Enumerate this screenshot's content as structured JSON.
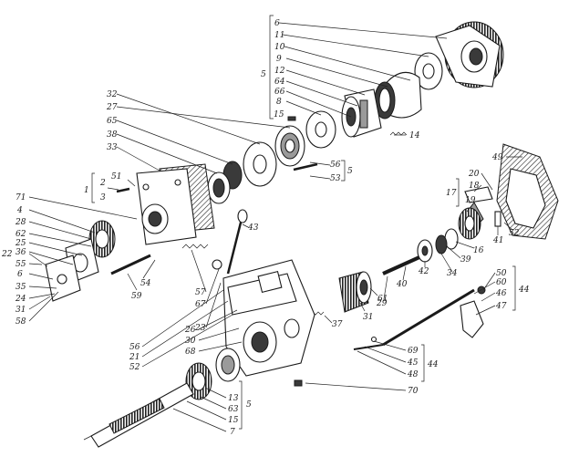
{
  "labels": {
    "l6a": "6",
    "l11": "11",
    "l10": "10",
    "l9": "9",
    "l12": "12",
    "l64": "64",
    "l66": "66",
    "l8": "8",
    "l5a": "5",
    "l15a": "15",
    "l14": "14",
    "l32": "32",
    "l27": "27",
    "l65": "65",
    "l38": "38",
    "l33": "33",
    "l56a": "56",
    "l5b": "5",
    "l53": "53",
    "l49": "49",
    "l20": "20",
    "l18": "18",
    "l17": "17",
    "l19": "19",
    "l41": "41",
    "l52a": "52",
    "l2": "2",
    "l51": "51",
    "l1": "1",
    "l3": "3",
    "l71": "71",
    "l4": "4",
    "l28": "28",
    "l62": "62",
    "l25": "25",
    "l36": "36",
    "l22": "22",
    "l55": "55",
    "l6b": "6",
    "l35": "35",
    "l24": "24",
    "l31a": "31",
    "l58": "58",
    "l43": "43",
    "l59": "59",
    "l54": "54",
    "l57": "57",
    "l67": "67",
    "l23": "23",
    "l39": "39",
    "l34": "34",
    "l16": "16",
    "l42": "42",
    "l40": "40",
    "l29": "29",
    "l61": "61",
    "l31b": "31",
    "l37": "37",
    "l50": "50",
    "l60": "60",
    "l46": "46",
    "l47": "47",
    "l44a": "44",
    "l26": "26",
    "l30": "30",
    "l68": "68",
    "l56b": "56",
    "l21": "21",
    "l52b": "52",
    "l69": "69",
    "l45": "45",
    "l48": "48",
    "l44b": "44",
    "l70": "70",
    "l13": "13",
    "l63": "63",
    "l15b": "15",
    "l7": "7",
    "l5c": "5"
  }
}
